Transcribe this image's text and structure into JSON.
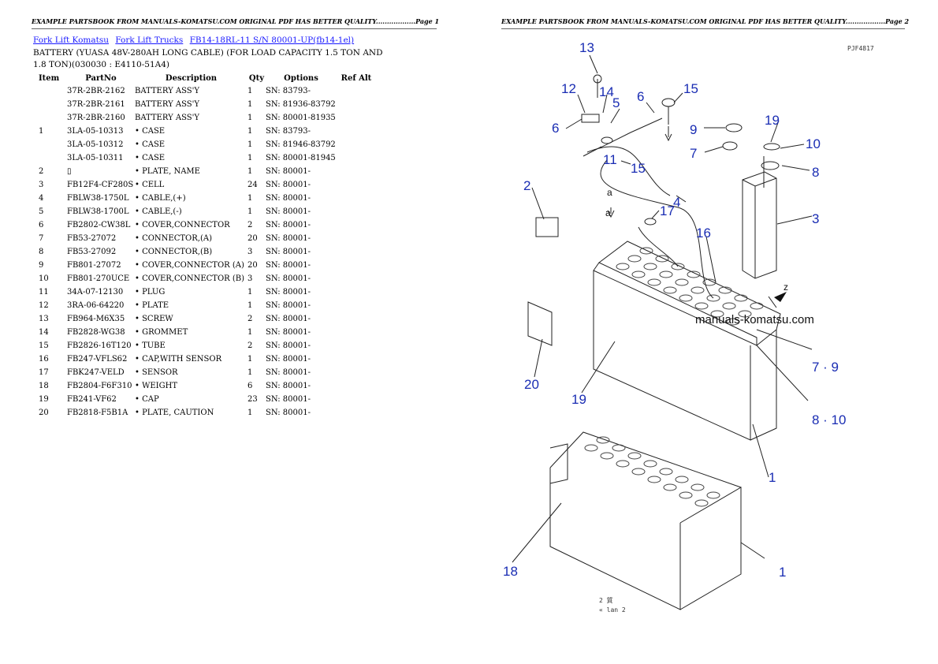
{
  "header": {
    "page1": "EXAMPLE PARTSBOOK FROM MANUALS-KOMATSU.COM ORIGINAL PDF HAS BETTER QUALITY..................Page 1",
    "page2": "EXAMPLE PARTSBOOK FROM MANUALS-KOMATSU.COM ORIGINAL PDF HAS BETTER QUALITY..................Page 2"
  },
  "breadcrumb": [
    {
      "label": "Fork Lift Komatsu"
    },
    {
      "label": "Fork Lift Trucks"
    },
    {
      "label": "FB14-18RL-11 S/N  80001-UP(fb14-1el)"
    }
  ],
  "title": "BATTERY (YUASA 48V-280AH LONG CABLE) (FOR LOAD CAPACITY 1.5 TON AND 1.8 TON)(030030 : E4110-51A4)",
  "table": {
    "columns": [
      "Item",
      "PartNo",
      "Description",
      "Qty",
      "Options",
      "Ref Alt"
    ],
    "rows": [
      [
        "",
        "37R-2BR-2162",
        "BATTERY ASS'Y",
        "1",
        "SN: 83793-",
        ""
      ],
      [
        "",
        "37R-2BR-2161",
        "BATTERY ASS'Y",
        "1",
        "SN: 81936-83792",
        ""
      ],
      [
        "",
        "37R-2BR-2160",
        "BATTERY ASS'Y",
        "1",
        "SN: 80001-81935",
        ""
      ],
      [
        "1",
        "3LA-05-10313",
        "• CASE",
        "1",
        "SN: 83793-",
        ""
      ],
      [
        "",
        "3LA-05-10312",
        "• CASE",
        "1",
        "SN: 81946-83792",
        ""
      ],
      [
        "",
        "3LA-05-10311",
        "• CASE",
        "1",
        "SN: 80001-81945",
        ""
      ],
      [
        "2",
        "▯",
        "• PLATE, NAME",
        "1",
        "SN: 80001-",
        ""
      ],
      [
        "3",
        "FB12F4-CF280S",
        "• CELL",
        "24",
        "SN: 80001-",
        ""
      ],
      [
        "4",
        "FBLW38-1750L",
        "• CABLE,(+)",
        "1",
        "SN: 80001-",
        ""
      ],
      [
        "5",
        "FBLW38-1700L",
        "• CABLE,(-)",
        "1",
        "SN: 80001-",
        ""
      ],
      [
        "6",
        "FB2802-CW38L",
        "• COVER,CONNECTOR",
        "2",
        "SN: 80001-",
        ""
      ],
      [
        "7",
        "FB53-27072",
        "• CONNECTOR,(A)",
        "20",
        "SN: 80001-",
        ""
      ],
      [
        "8",
        "FB53-27092",
        "• CONNECTOR,(B)",
        "3",
        "SN: 80001-",
        ""
      ],
      [
        "9",
        "FB801-27072",
        "• COVER,CONNECTOR (A)",
        "20",
        "SN: 80001-",
        ""
      ],
      [
        "10",
        "FB801-270UCE",
        "• COVER,CONNECTOR (B)",
        "3",
        "SN: 80001-",
        ""
      ],
      [
        "11",
        "34A-07-12130",
        "• PLUG",
        "1",
        "SN: 80001-",
        ""
      ],
      [
        "12",
        "3RA-06-64220",
        "• PLATE",
        "1",
        "SN: 80001-",
        ""
      ],
      [
        "13",
        "FB964-M6X35",
        "• SCREW",
        "2",
        "SN: 80001-",
        ""
      ],
      [
        "14",
        "FB2828-WG38",
        "• GROMMET",
        "1",
        "SN: 80001-",
        ""
      ],
      [
        "15",
        "FB2826-16T120",
        "• TUBE",
        "2",
        "SN: 80001-",
        ""
      ],
      [
        "16",
        "FB247-VFLS62",
        "• CAP,WITH SENSOR",
        "1",
        "SN: 80001-",
        ""
      ],
      [
        "17",
        "FBK247-VELD",
        "• SENSOR",
        "1",
        "SN: 80001-",
        ""
      ],
      [
        "18",
        "FB2804-F6F310",
        "• WEIGHT",
        "6",
        "SN: 80001-",
        ""
      ],
      [
        "19",
        "FB241-VF62",
        "• CAP",
        "23",
        "SN: 80001-",
        ""
      ],
      [
        "20",
        "FB2818-F5B1A",
        "• PLATE, CAUTION",
        "1",
        "SN: 80001-",
        ""
      ]
    ]
  },
  "diagram": {
    "code": "PJF4817",
    "watermark": "manuals-komatsu.com",
    "callouts": [
      "13",
      "12",
      "14",
      "5",
      "6",
      "15",
      "11",
      "9",
      "19",
      "7",
      "10",
      "8",
      "6",
      "15",
      "a",
      "a",
      "4",
      "2",
      "17",
      "3",
      "16",
      "z",
      "7 · 9",
      "20",
      "19",
      "8 · 10",
      "1",
      "18",
      "1"
    ],
    "footer_lines": [
      "2  質",
      "« lan 2"
    ]
  }
}
